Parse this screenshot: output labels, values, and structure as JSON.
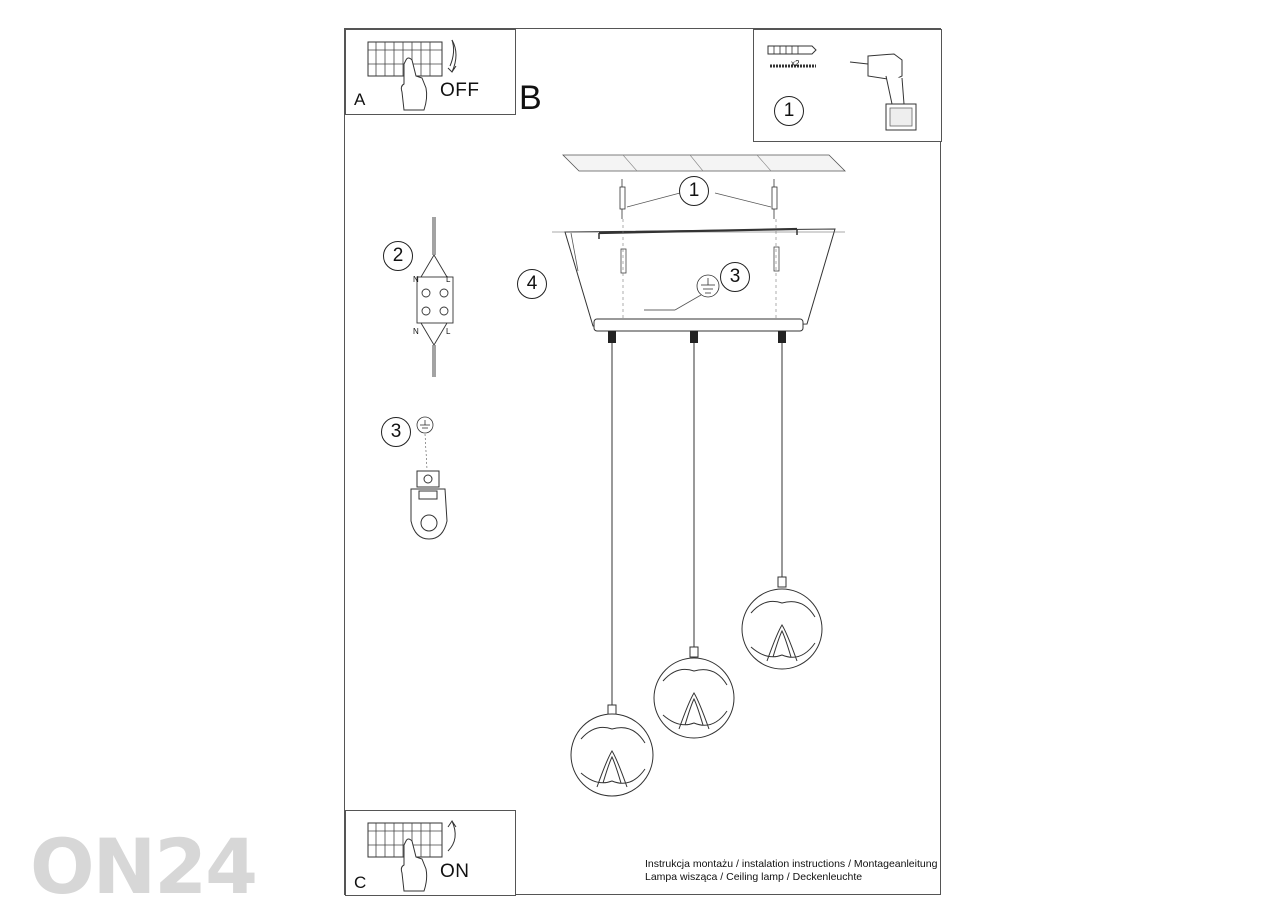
{
  "panels": {
    "a": {
      "letter": "A",
      "state_label": "OFF"
    },
    "b": {
      "letter": "B"
    },
    "c": {
      "letter": "C",
      "state_label": "ON"
    },
    "tools": {
      "step": "1",
      "quantity": "x2"
    }
  },
  "callouts": {
    "anchors": "1",
    "connector": "2",
    "ground": "3",
    "detail_ground": "3",
    "canopy": "4"
  },
  "connector_labels": {
    "n_top": "N",
    "l_top": "L",
    "n_bottom": "N",
    "l_bottom": "L"
  },
  "caption": {
    "line1": "Instrukcja montażu / instalation instructions / Montageanleitung",
    "line2": "Lampa wisząca / Ceiling lamp / Deckenleuchte"
  },
  "watermark": "ON24",
  "icons": [
    "breaker-hand-icon",
    "arrow-down-icon",
    "arrow-up-icon",
    "drill-icon",
    "wall-plug-icon",
    "ground-symbol-icon",
    "ground-terminal-icon",
    "connector-block-icon"
  ]
}
